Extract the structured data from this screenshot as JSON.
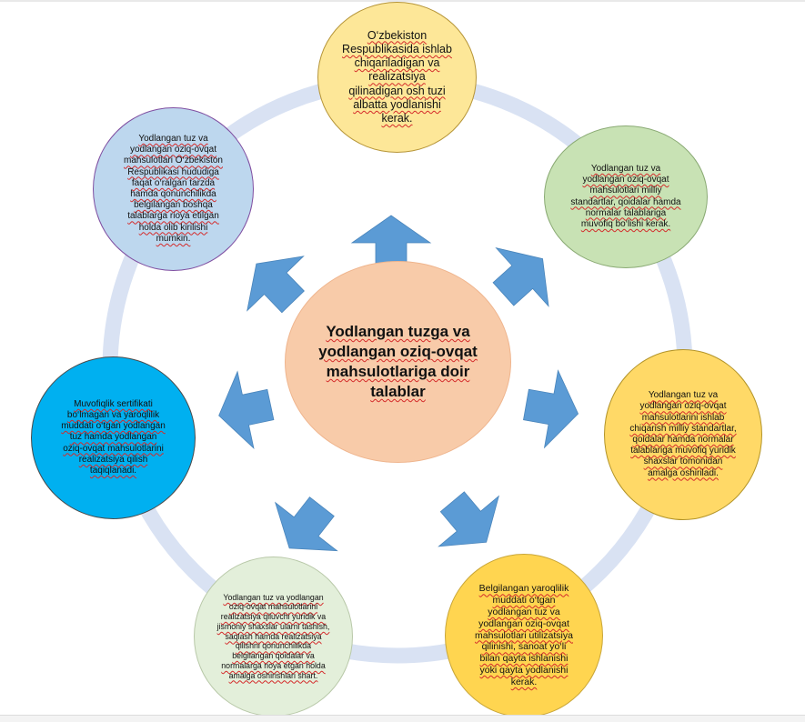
{
  "diagram": {
    "center_text": "Yodlangan tuzga va yodlangan oziq-ovqat mahsulotlariga doir talablar",
    "nodes": [
      {
        "id": "c1",
        "text": "O‘zbekiston Respublikasida ishlab chiqariladigan va realizatsiya qilinadigan osh tuzi albatta yodlanishi kerak.",
        "color": "#fde798"
      },
      {
        "id": "c2",
        "text": "Yodlangan tuz va yodlangan oziq-ovqat mahsulotlari milliy standartlar, qoidalar hamda normalar talablariga muvofiq bo‘lishi kerak.",
        "color": "#c8e2b4"
      },
      {
        "id": "c3",
        "text": "Yodlangan tuz va yodlangan oziq-ovqat mahsulotlarini ishlab chiqarish milliy standartlar, qoidalar hamda normalar talablariga muvofiq yuridik shaxslar tomonidan amalga oshiriladi.",
        "color": "#ffd967"
      },
      {
        "id": "c4",
        "text": "Belgilangan yaroqlilik muddati o‘tgan yodlangan tuz va yodlangan oziq-ovqat mahsulotlari utilizatsiya qilinishi, sanoat yo‘li bilan qayta ishlanishi yoki qayta yodlanishi kerak.",
        "color": "#ffd550"
      },
      {
        "id": "c5",
        "text": "Yodlangan tuz va yodlangan oziq-ovqat mahsulotlarini realizatsiya qiluvchi yuridik va jismoniy shaxslar ularni tashish, saqlash hamda realizatsiya qilishni qonunchilikda belgilangan qoidalar va normalarga rioya etgan holda amalga oshirishlari shart.",
        "color": "#e3efda"
      },
      {
        "id": "c6",
        "text": "Muvofiqlik sertifikati bo‘lmagan va yaroqlilik muddati o‘tgan yodlangan tuz hamda yodlangan oziq-ovqat mahsulotlarini realizatsiya qilish taqiqlanadi.",
        "color": "#00b0f0"
      },
      {
        "id": "c7",
        "text": "Yodlangan tuz va yodlangan oziq-ovqat mahsulotlari O‘zbekiston Respublikasi hududiga faqat o‘ralgan tarzda hamda qonunchilikda belgilangan boshqa talablarga rioya etilgan holda olib kirilishi mumkin.",
        "color": "#bdd7ee"
      }
    ],
    "colors": {
      "center": "#f8cba9",
      "ring": "#d9e2f3",
      "arrow": "#5b9bd5"
    }
  }
}
